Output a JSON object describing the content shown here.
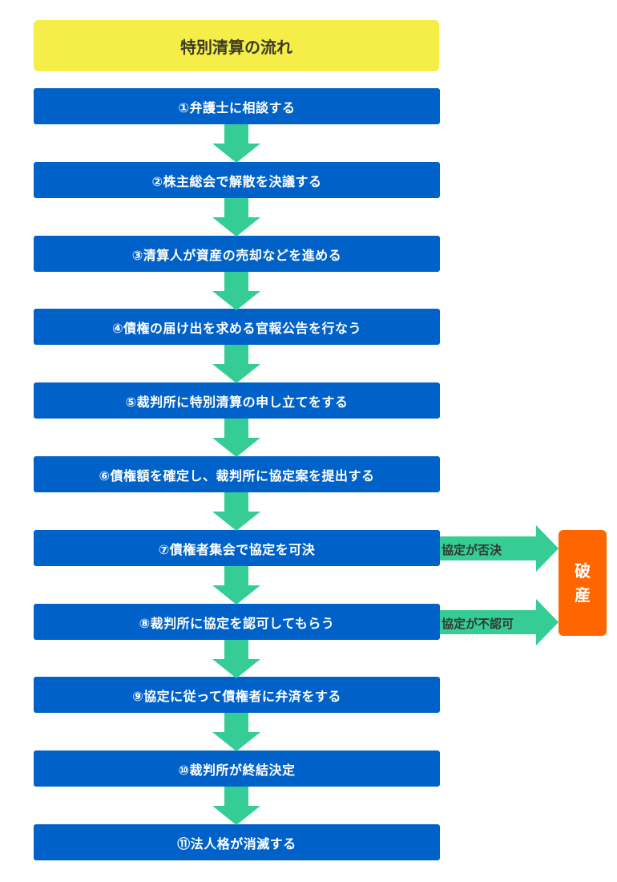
{
  "title": "特別清算の流れ",
  "colors": {
    "title_bg": "#f5ee48",
    "step_bg": "#0062c8",
    "arrow": "#36cc96",
    "bankrupt_bg": "#ff6600"
  },
  "steps": [
    {
      "label": "①弁護士に相談する"
    },
    {
      "label": "②株主総会で解散を決議する"
    },
    {
      "label": "③清算人が資産の売却などを進める"
    },
    {
      "label": "④債権の届け出を求める官報公告を行なう"
    },
    {
      "label": "⑤裁判所に特別清算の申し立てをする"
    },
    {
      "label": "⑥債権額を確定し、裁判所に協定案を提出する"
    },
    {
      "label": "⑦債権者集会で協定を可決"
    },
    {
      "label": "⑧裁判所に協定を認可してもらう"
    },
    {
      "label": "⑨協定に従って債権者に弁済をする"
    },
    {
      "label": "⑩裁判所が終結決定"
    },
    {
      "label": "⑪法人格が消滅する"
    }
  ],
  "branches": [
    {
      "from_step": 7,
      "label": "協定が否決"
    },
    {
      "from_step": 8,
      "label": "協定が不認可"
    }
  ],
  "bankrupt": {
    "line1": "破",
    "line2": "産"
  }
}
